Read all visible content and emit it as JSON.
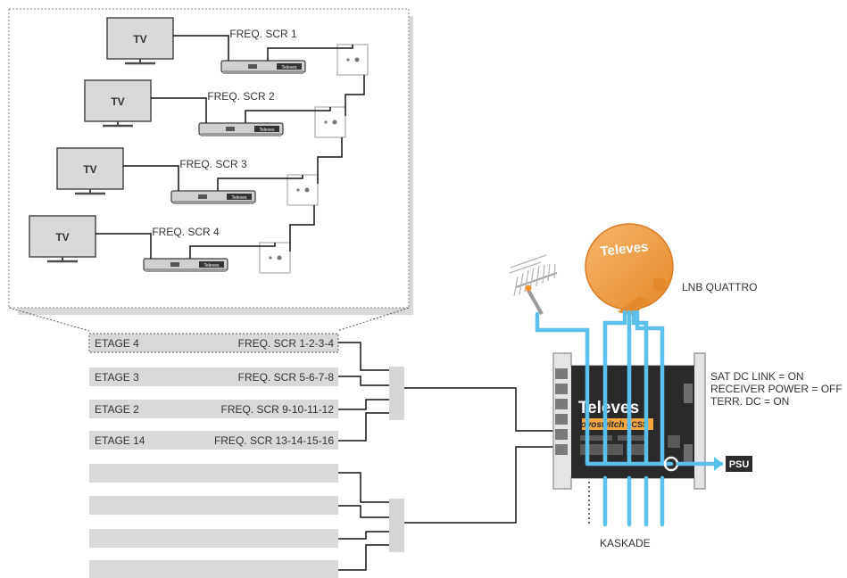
{
  "detail": {
    "rooms": [
      {
        "tv": "TV",
        "freq": "FREQ. SCR 1"
      },
      {
        "tv": "TV",
        "freq": "FREQ. SCR 2"
      },
      {
        "tv": "TV",
        "freq": "FREQ. SCR 3"
      },
      {
        "tv": "TV",
        "freq": "FREQ. SCR 4"
      }
    ],
    "receiver_brand": "Televes"
  },
  "floors": [
    {
      "name": "ETAGE 4",
      "freq": "FREQ. SCR 1-2-3-4"
    },
    {
      "name": "ETAGE 3",
      "freq": "FREQ. SCR 5-6-7-8"
    },
    {
      "name": "ETAGE 2",
      "freq": "FREQ. SCR 9-10-11-12"
    },
    {
      "name": "ETAGE 14",
      "freq": "FREQ. SCR 13-14-15-16"
    }
  ],
  "empty_floor_count": 4,
  "dish": {
    "brand": "Televes",
    "label": "LNB QUATTRO"
  },
  "multiswitch": {
    "brand": "Televes",
    "product": "novoswitch",
    "model": "dCSS"
  },
  "settings": [
    "SAT DC LINK = ON",
    "RECEIVER POWER = OFF",
    "TERR. DC = ON"
  ],
  "psu_label": "PSU",
  "cascade_label": "KASKADE",
  "colors": {
    "cable": "#5cc0ec",
    "dish": "#f19436",
    "multiswitch_label": "#f4a640",
    "panel": "#d9d9d9"
  }
}
